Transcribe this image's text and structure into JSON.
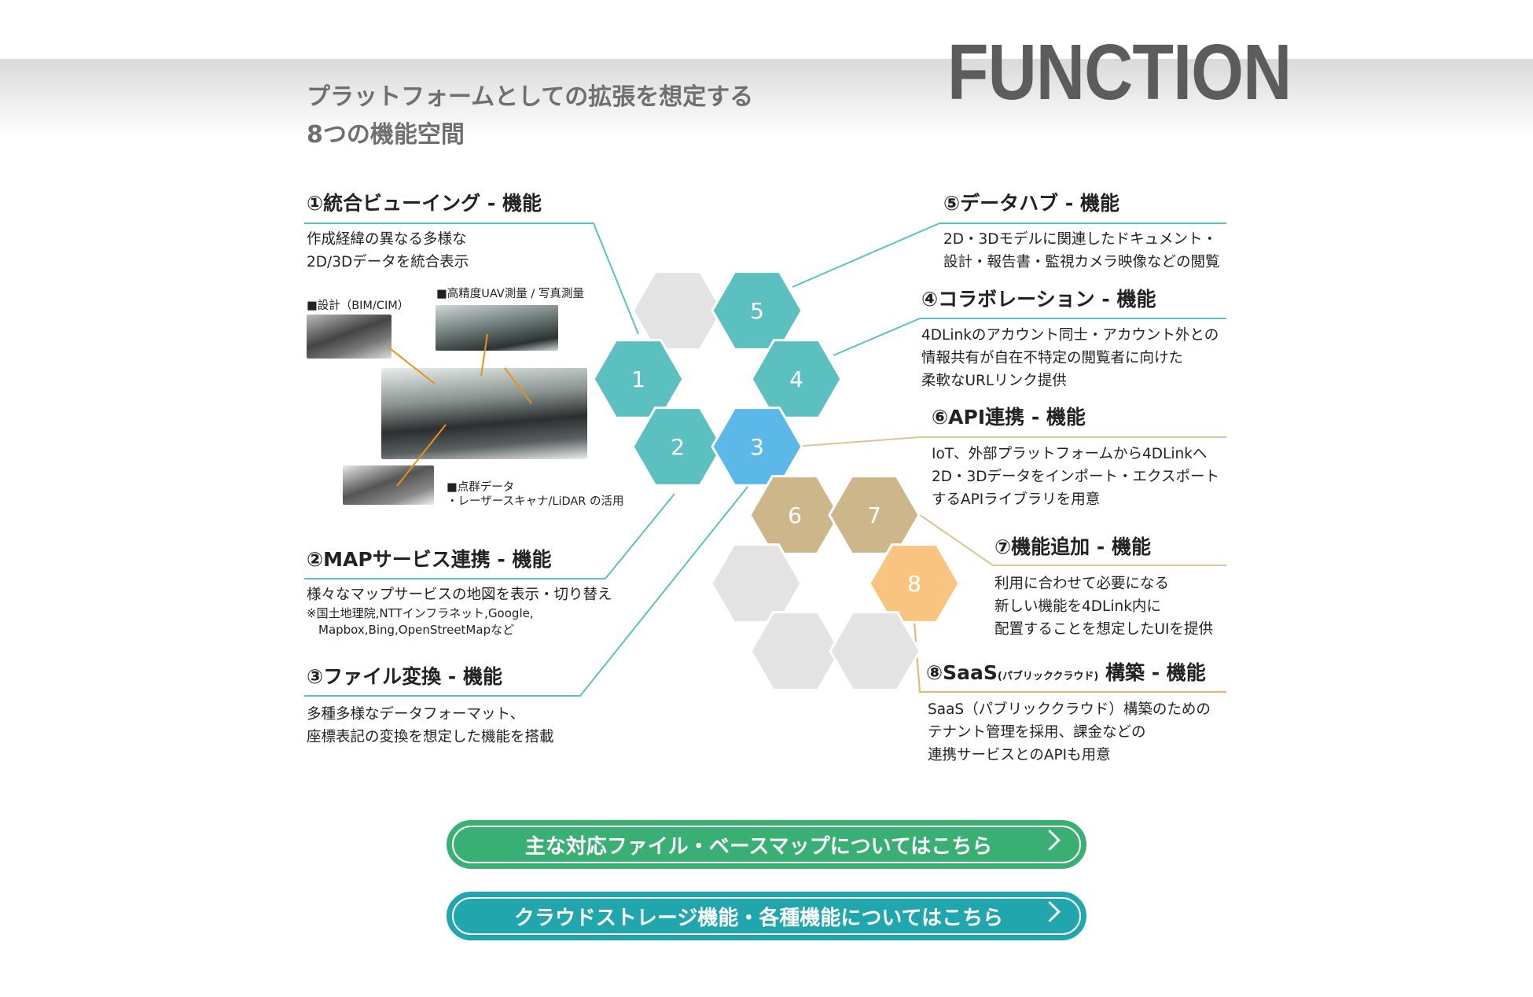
{
  "header": {
    "title": "FUNCTION",
    "subtitle_line1": "プラットフォームとしての拡張を想定する",
    "subtitle_line2": "8つの機能空間"
  },
  "functions": {
    "f1": {
      "title": "①統合ビューイング - 機能",
      "desc": [
        "作成経緯の異なる多様な",
        "2D/3Dデータを統合表示"
      ]
    },
    "f2": {
      "title": "②MAPサービス連携 - 機能",
      "desc": [
        "様々なマップサービスの地図を表示・切り替え"
      ],
      "note": [
        "※国土地理院,NTTインフラネット,Google,",
        "Mapbox,Bing,OpenStreetMapなど"
      ]
    },
    "f3": {
      "title": "③ファイル変換 - 機能",
      "desc": [
        "多種多様なデータフォーマット、",
        "座標表記の変換を想定した機能を搭載"
      ]
    },
    "f4": {
      "title": "④コラボレーション - 機能",
      "desc": [
        "4DLinkのアカウント同士・アカウント外との",
        "情報共有が自在不特定の閲覧者に向けた",
        "柔軟なURLリンク提供"
      ]
    },
    "f5": {
      "title": "⑤データハブ - 機能",
      "desc": [
        "2D・3Dモデルに関連したドキュメント・",
        "設計・報告書・監視カメラ映像などの閲覧"
      ]
    },
    "f6": {
      "title": "⑥API連携 - 機能",
      "desc": [
        "IoT、外部プラットフォームから4DLinkへ",
        "2D・3Dデータをインポート・エクスポート",
        "するAPIライブラリを用意"
      ]
    },
    "f7": {
      "title": "⑦機能追加 - 機能",
      "desc": [
        "利用に合わせて必要になる",
        "新しい機能を4DLink内に",
        "配置することを想定したUIを提供"
      ]
    },
    "f8": {
      "title_main": "⑧SaaS",
      "title_small": "(パブリッククラウド)",
      "title_tail": "構築 - 機能",
      "desc": [
        "SaaS（パブリッククラウド）構築のための",
        "テナント管理を採用、課金などの",
        "連携サービスとのAPIも用意"
      ]
    }
  },
  "images": {
    "bim_label": "■設計（BIM/CIM）",
    "uav_label": "■高精度UAV測量 / 写真測量",
    "pointcloud_label_1": "■点群データ",
    "pointcloud_label_2": "・レーザースキャナ/LiDAR の活用"
  },
  "hexes": [
    "1",
    "2",
    "3",
    "4",
    "5",
    "6",
    "7",
    "8"
  ],
  "colors": {
    "teal": "#5cc0c0",
    "blue": "#5bb8e8",
    "tan": "#cdb78a",
    "orange": "#f9c47f",
    "gray": "#e3e3e3",
    "button_green": "#3aaf74",
    "button_teal": "#22a6ad"
  },
  "buttons": {
    "files": "主な対応ファイル・ベースマップについてはこちら",
    "storage": "クラウドストレージ機能・各種機能についてはこちら"
  }
}
